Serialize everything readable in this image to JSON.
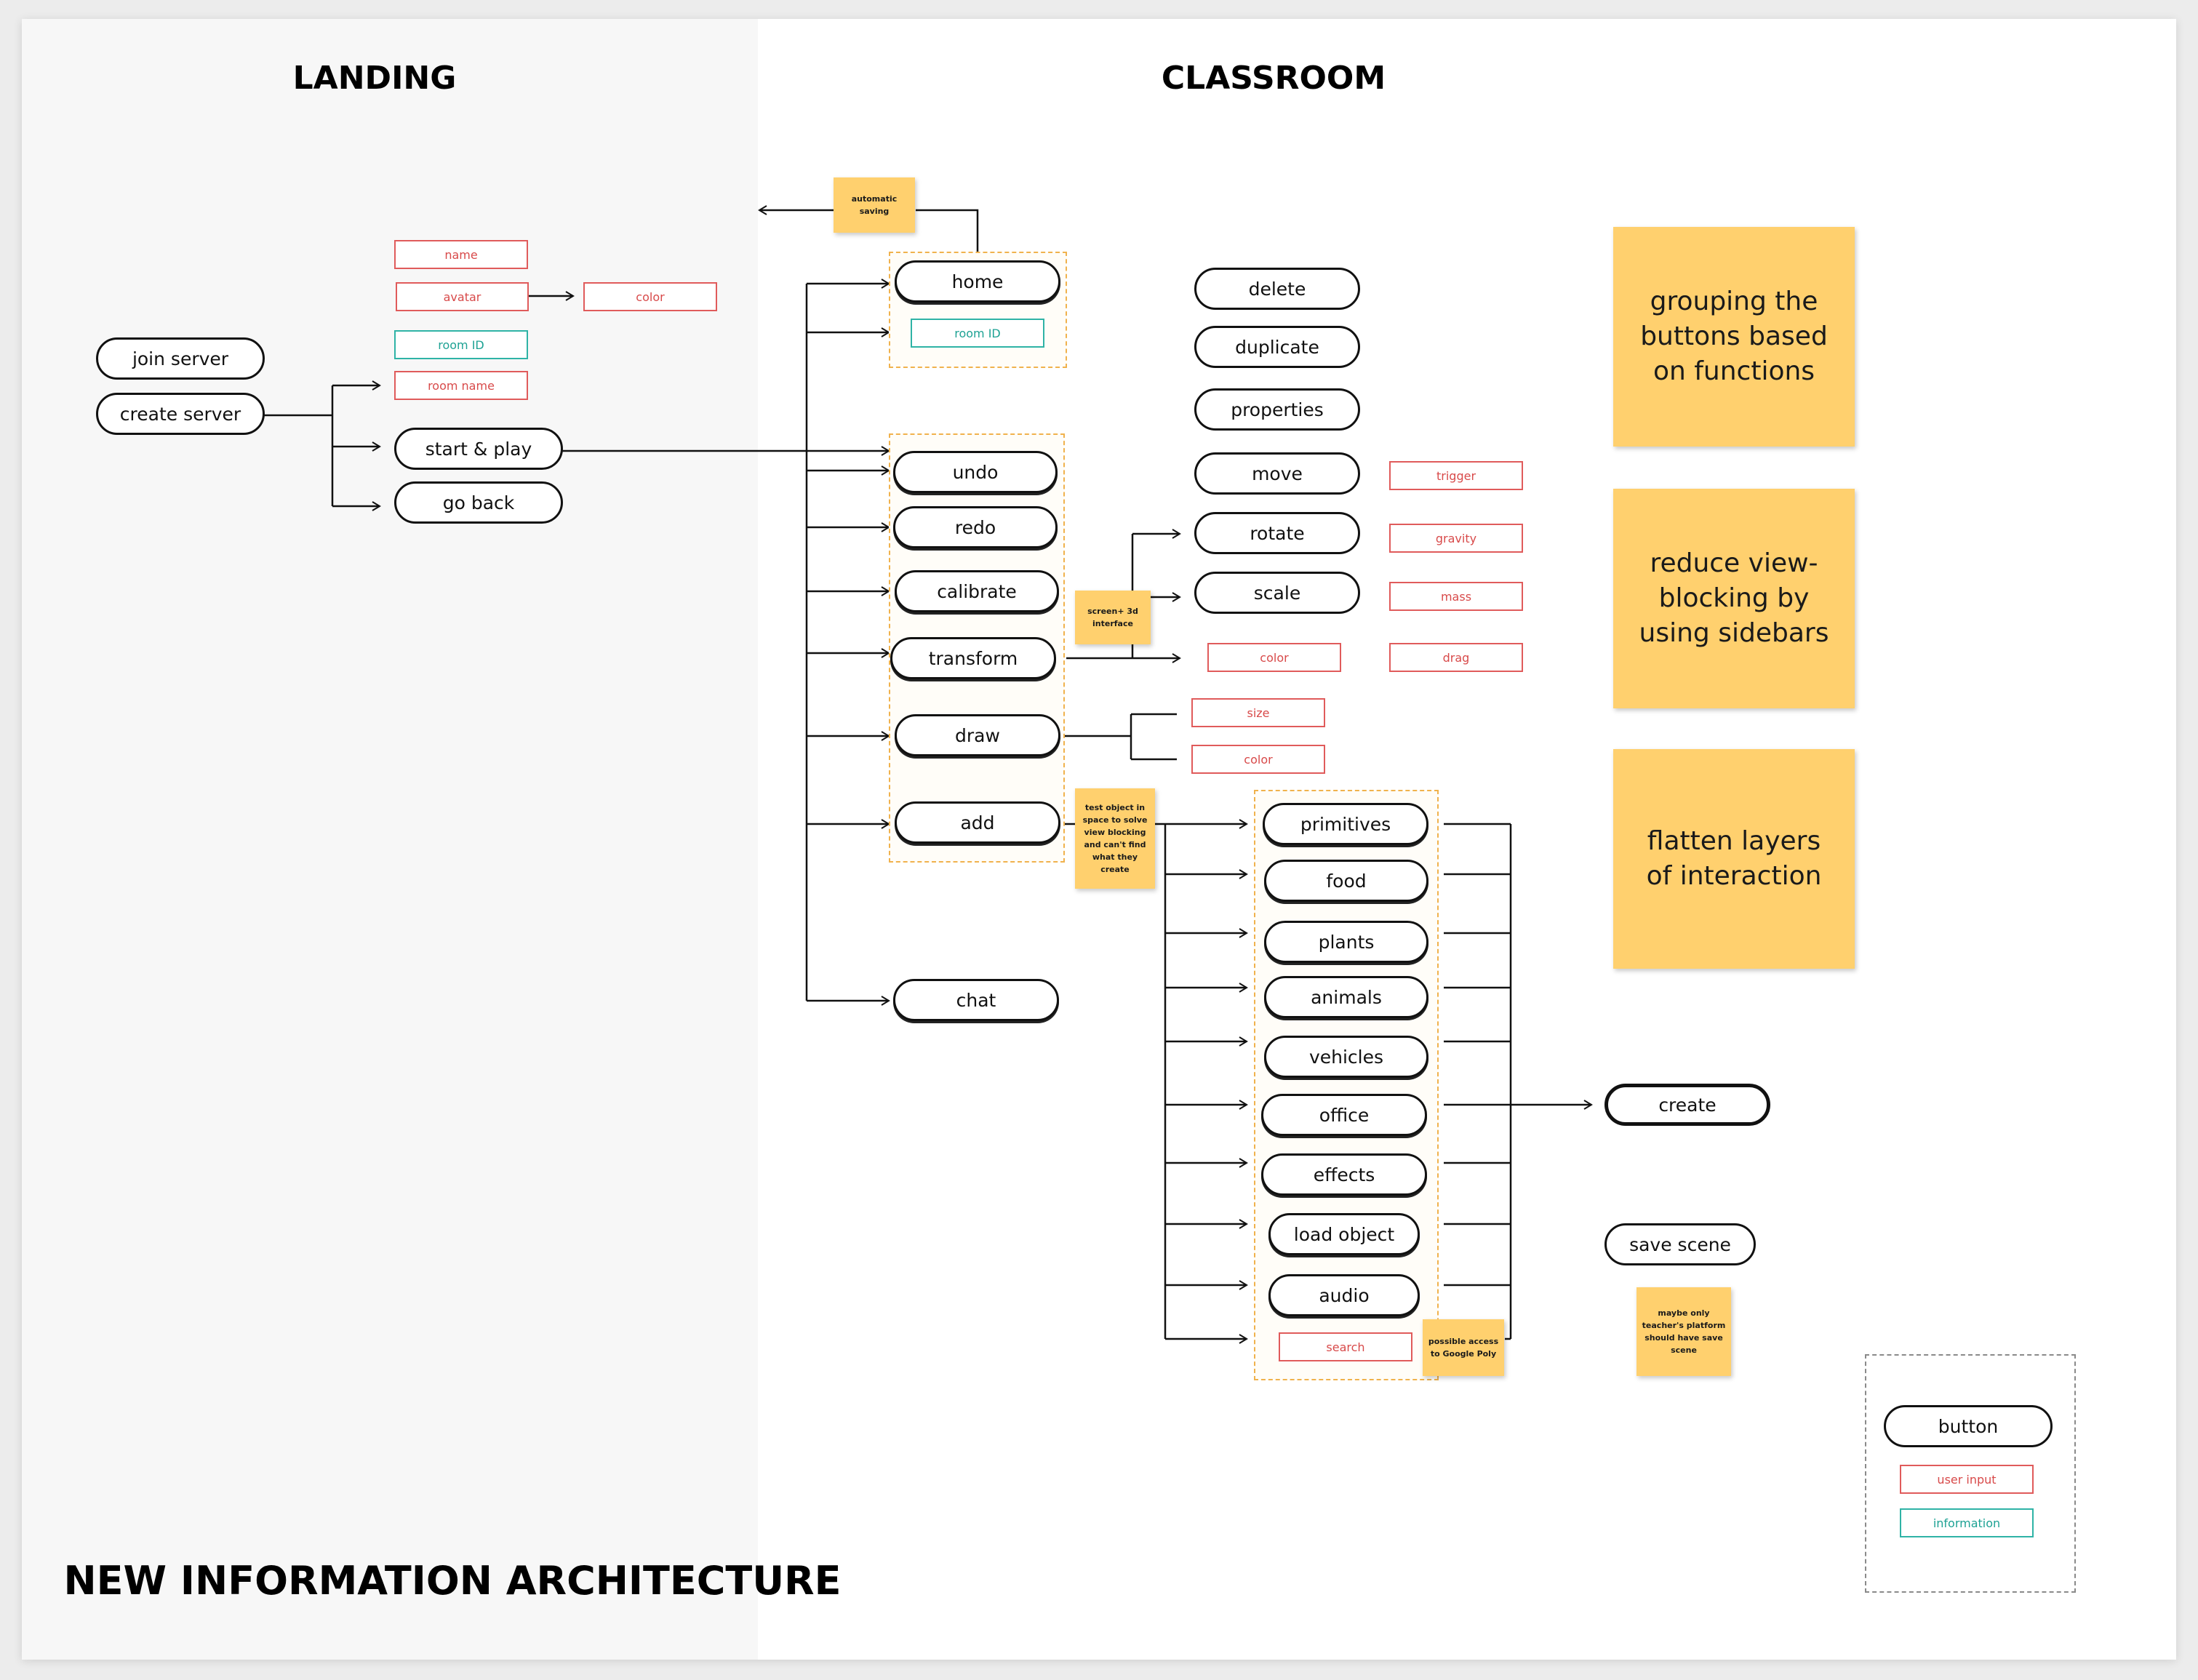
{
  "colors": {
    "accent_note": "#ffd06e",
    "user_input": "#e05b5b",
    "information": "#2fb3a6",
    "group_border": "#f0b24d"
  },
  "sections": {
    "landing": "LANDING",
    "classroom": "CLASSROOM",
    "footer": "NEW INFORMATION ARCHITECTURE"
  },
  "landing": {
    "buttons": {
      "join_server": "join server",
      "create_server": "create server",
      "start_play": "start & play",
      "go_back": "go back"
    },
    "fields": {
      "name": "name",
      "avatar": "avatar",
      "color": "color",
      "room_id": "room ID",
      "room_name": "room name"
    }
  },
  "classroom": {
    "home": "home",
    "room_id": "room ID",
    "automatic_saving": "automatic saving",
    "toolbar": {
      "undo": "undo",
      "redo": "redo",
      "calibrate": "calibrate",
      "transform": "transform",
      "draw": "draw",
      "add": "add"
    },
    "chat": "chat",
    "screen_note": "screen+ 3d interface",
    "transform_actions": {
      "delete": "delete",
      "duplicate": "duplicate",
      "properties": "properties",
      "move": "move",
      "rotate": "rotate",
      "scale": "scale",
      "color": "color"
    },
    "properties_fields": {
      "trigger": "trigger",
      "gravity": "gravity",
      "mass": "mass",
      "drag": "drag"
    },
    "draw_fields": {
      "size": "size",
      "color": "color"
    },
    "add_note": "test object in space to solve view blocking and can't find what they create",
    "add_categories": {
      "primitives": "primitives",
      "food": "food",
      "plants": "plants",
      "animals": "animals",
      "vehicles": "vehicles",
      "office": "office",
      "effects": "effects",
      "load_object": "load object",
      "audio": "audio"
    },
    "search": "search",
    "search_note": "possible access to Google Poly",
    "create": "create",
    "save_scene": "save scene",
    "save_note": "maybe only teacher's platform should have save scene"
  },
  "principles": {
    "p1": "grouping the buttons based on functions",
    "p2": "reduce view-blocking by using sidebars",
    "p3": "flatten layers of interaction"
  },
  "legend": {
    "button": "button",
    "user_input": "user input",
    "information": "information"
  }
}
